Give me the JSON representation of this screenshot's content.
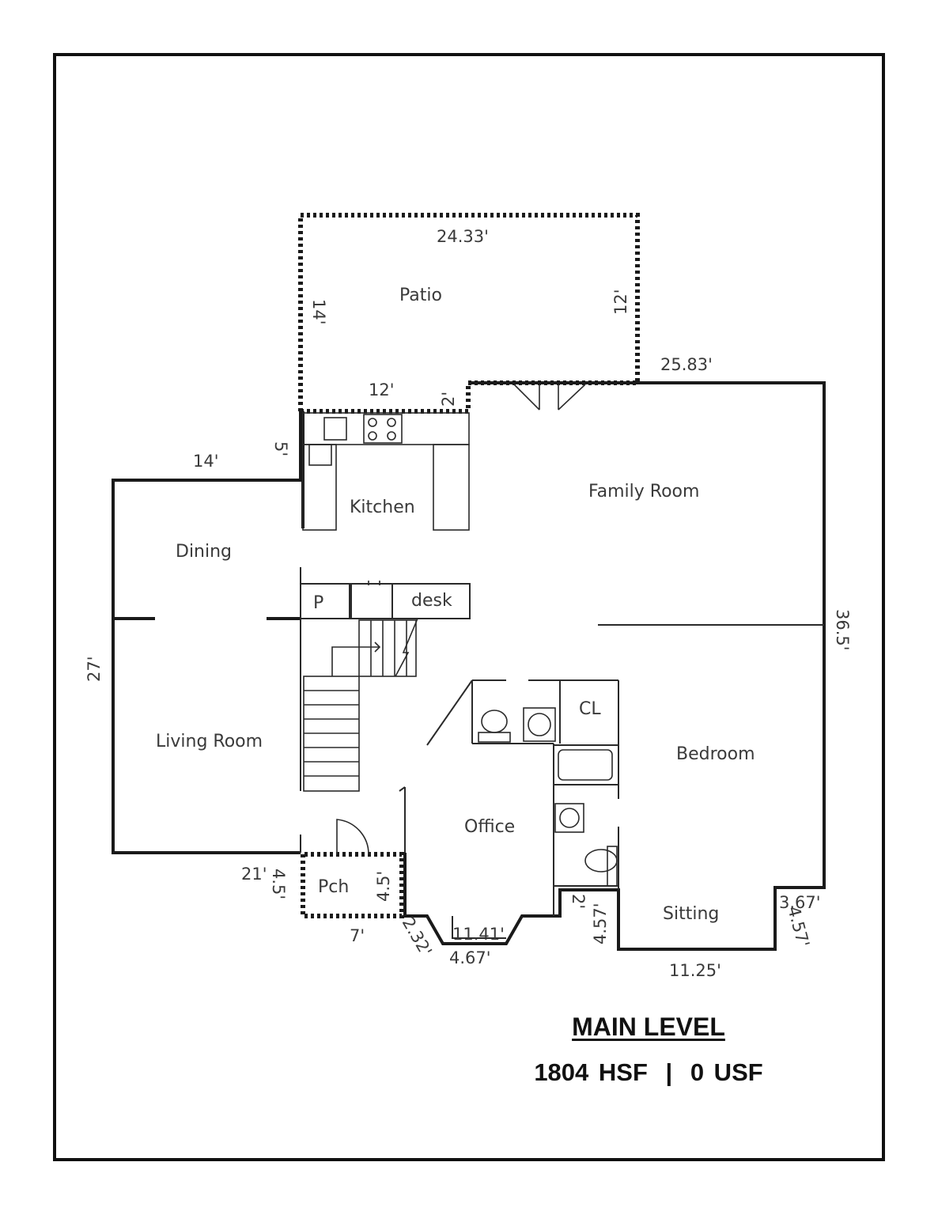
{
  "title": {
    "level": "MAIN LEVEL",
    "area_hsf": "1804 HSF",
    "separator": "|",
    "area_usf": "0 USF"
  },
  "rooms": {
    "patio": "Patio",
    "kitchen": "Kitchen",
    "family_room": "Family Room",
    "dining": "Dining",
    "pantry": "P",
    "desk": "desk",
    "living_room": "Living Room",
    "closet": "CL",
    "bedroom": "Bedroom",
    "office": "Office",
    "porch": "Pch",
    "sitting": "Sitting"
  },
  "dimensions": {
    "patio_width": "24.33'",
    "patio_left": "14'",
    "patio_right": "12'",
    "patio_bottom": "12'",
    "patio_step": "2'",
    "family_top": "25.83'",
    "kitchen_5": "5'",
    "dining_top": "14'",
    "left_side": "27'",
    "right_side": "36.5'",
    "bottom_left": "21'",
    "porch_left": "4.5'",
    "porch_right": "4.5'",
    "porch_bottom": "7'",
    "bay_diag": "2.32'",
    "bay_top": "11.41'",
    "bay_bottom": "4.67'",
    "notch_2": "2'",
    "notch_457": "4.57'",
    "sitting_bottom": "11.25'",
    "sitting_367": "3.67'",
    "sitting_457": "4.57'"
  }
}
